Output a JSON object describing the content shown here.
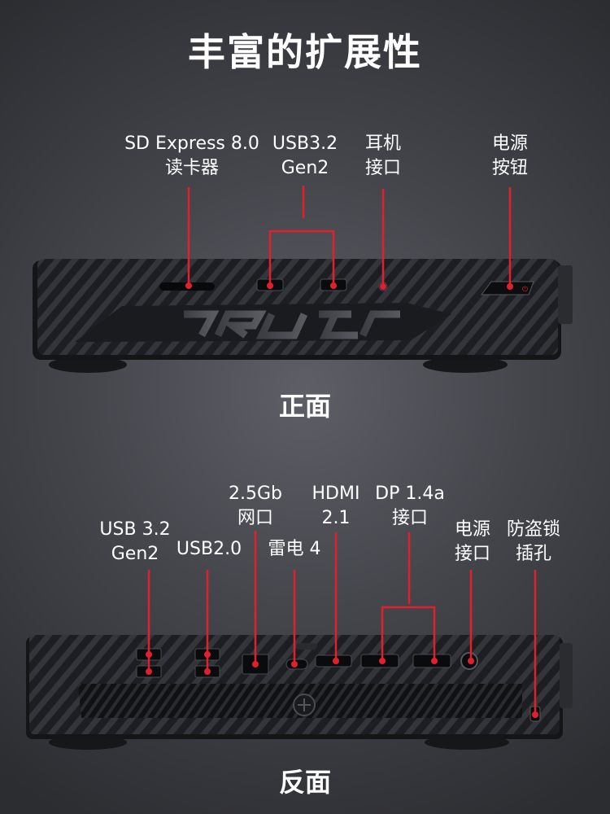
{
  "title": "丰富的扩展性",
  "front": {
    "caption": "正面",
    "labels": {
      "sd_reader": [
        "SD Express 8.0",
        "读卡器"
      ],
      "usb32": [
        "USB3.2",
        "Gen2"
      ],
      "headphone": [
        "耳机",
        "接口"
      ],
      "power_button": [
        "电源",
        "按钮"
      ]
    }
  },
  "back": {
    "caption": "反面",
    "labels": {
      "usb32": [
        "USB 3.2",
        "Gen2"
      ],
      "usb20": [
        "USB2.0"
      ],
      "lan": [
        "2.5Gb",
        "网口"
      ],
      "thunderbolt": [
        "雷电 4"
      ],
      "hdmi": [
        "HDMI",
        "2.1"
      ],
      "dp": [
        "DP 1.4a",
        "接口"
      ],
      "power_jack": [
        "电源",
        "接口"
      ],
      "lock": [
        "防盗锁",
        "插孔"
      ]
    }
  },
  "colors": {
    "accent": "#e0202c",
    "device": "#1f2023",
    "stripe": "#3a3b40"
  }
}
